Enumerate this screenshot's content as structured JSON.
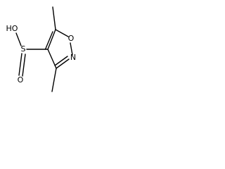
{
  "molecule": {
    "atom_labels": {
      "hydroxyl": "HO",
      "sulfur": "S",
      "sulfinyl_oxygen": "O",
      "ring_oxygen": "O",
      "ring_nitrogen": "N"
    }
  }
}
